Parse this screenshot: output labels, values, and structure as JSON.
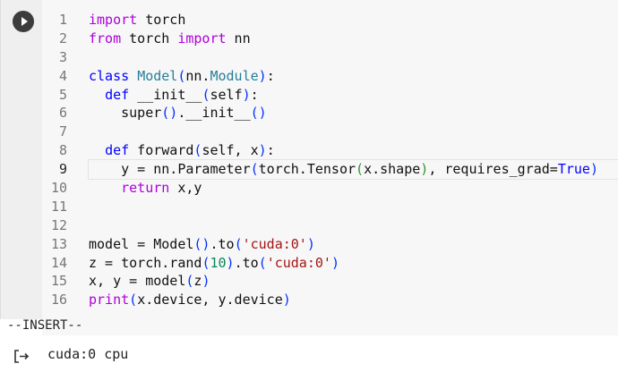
{
  "cell": {
    "run_button_icon": "play-icon",
    "current_line": 9,
    "lines": [
      [
        [
          "import",
          "kw"
        ],
        [
          " torch",
          ""
        ]
      ],
      [
        [
          "from",
          "kw"
        ],
        [
          " torch ",
          ""
        ],
        [
          "import",
          "kw"
        ],
        [
          " nn",
          ""
        ]
      ],
      [],
      [
        [
          "class",
          "bl"
        ],
        [
          " ",
          ""
        ],
        [
          "Model",
          "cls"
        ],
        [
          "(",
          "br1"
        ],
        [
          "nn.",
          ""
        ],
        [
          "Module",
          "cls"
        ],
        [
          ")",
          "br1"
        ],
        [
          ":",
          ""
        ]
      ],
      [
        [
          "  ",
          ""
        ],
        [
          "def",
          "bl"
        ],
        [
          " __init__",
          ""
        ],
        [
          "(",
          "br1"
        ],
        [
          "self",
          ""
        ],
        [
          ")",
          "br1"
        ],
        [
          ":",
          ""
        ]
      ],
      [
        [
          "    super",
          ""
        ],
        [
          "()",
          "br1"
        ],
        [
          ".__init__",
          ""
        ],
        [
          "()",
          "br1"
        ]
      ],
      [],
      [
        [
          "  ",
          ""
        ],
        [
          "def",
          "bl"
        ],
        [
          " forward",
          ""
        ],
        [
          "(",
          "br1"
        ],
        [
          "self, x",
          ""
        ],
        [
          ")",
          "br1"
        ],
        [
          ":",
          ""
        ]
      ],
      [
        [
          "    y = nn.Parameter",
          ""
        ],
        [
          "(",
          "br1"
        ],
        [
          "torch.Tensor",
          ""
        ],
        [
          "(",
          "br2"
        ],
        [
          "x.shape",
          ""
        ],
        [
          ")",
          "br2"
        ],
        [
          ", requires_grad=",
          ""
        ],
        [
          "True",
          "bl"
        ],
        [
          ")",
          "br1"
        ]
      ],
      [
        [
          "    ",
          ""
        ],
        [
          "return",
          "kw"
        ],
        [
          " x,y",
          ""
        ]
      ],
      [],
      [],
      [
        [
          "model = Model",
          ""
        ],
        [
          "()",
          "br1"
        ],
        [
          ".to",
          ""
        ],
        [
          "(",
          "br1"
        ],
        [
          "'cuda:0'",
          "str"
        ],
        [
          ")",
          "br1"
        ]
      ],
      [
        [
          "z = torch.rand",
          ""
        ],
        [
          "(",
          "br1"
        ],
        [
          "10",
          "num"
        ],
        [
          ")",
          "br1"
        ],
        [
          ".to",
          ""
        ],
        [
          "(",
          "br1"
        ],
        [
          "'cuda:0'",
          "str"
        ],
        [
          ")",
          "br1"
        ]
      ],
      [
        [
          "x, y = model",
          ""
        ],
        [
          "(",
          "br1"
        ],
        [
          "z",
          ""
        ],
        [
          ")",
          "br1"
        ]
      ],
      [
        [
          "print",
          "kw"
        ],
        [
          "(",
          "br1"
        ],
        [
          "x.device, y.device",
          ""
        ],
        [
          ")",
          "br1"
        ]
      ]
    ],
    "mode_label": "--INSERT--"
  },
  "output": {
    "icon": "output-icon",
    "text": "cuda:0 cpu"
  }
}
